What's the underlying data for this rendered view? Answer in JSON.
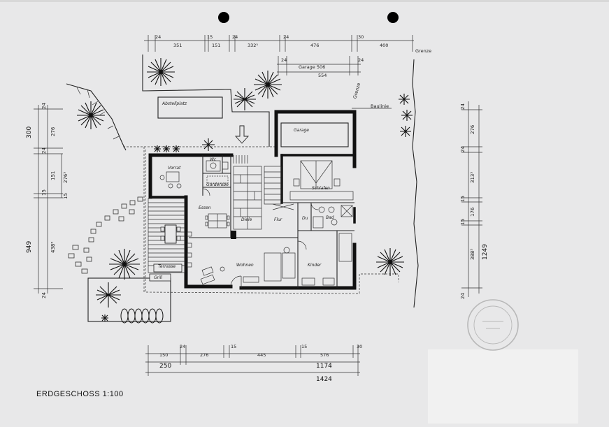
{
  "drawing": {
    "title": "ERDGESCHOSS  1:100",
    "top_dims": [
      "24",
      "351",
      "15",
      "151",
      "24",
      "332⁵",
      "24",
      "476",
      "30",
      "400"
    ],
    "garage_dims": [
      "24",
      "Garage 506",
      "24",
      "554"
    ],
    "grenze_top": "Grenze",
    "grenze_right": "Grenze",
    "baulinie": "Baulinie",
    "left_outer_dims": [
      "300",
      "949"
    ],
    "left_inner_dims": [
      "24",
      "276",
      "24",
      "151",
      "15",
      "276⁵",
      "15",
      "438⁵",
      "24"
    ],
    "right_dims": [
      "24",
      "276",
      "24",
      "313⁵",
      "15",
      "176",
      "15",
      "388⁵",
      "24"
    ],
    "right_total": "1249",
    "bottom_dims_row1": [
      "150",
      "24",
      "276",
      "15",
      "445",
      "15",
      "576",
      "30"
    ],
    "bottom_dims_row2": [
      "250",
      "1174"
    ],
    "bottom_total": "1424",
    "rooms": {
      "abstellplatz": "Abstellplatz",
      "garage": "Garage",
      "vorrat": "Vorrat",
      "wc": "Wc",
      "garderobe": "Garderobe",
      "schlafen": "Schlafen",
      "essen": "Essen",
      "diele": "Diele",
      "flur": "Flur",
      "bad": "Bad",
      "dusche": "Du",
      "wohnen": "Wohnen",
      "kinder": "Kinder",
      "terrasse": "Terrasse",
      "grill": "Grill"
    }
  }
}
